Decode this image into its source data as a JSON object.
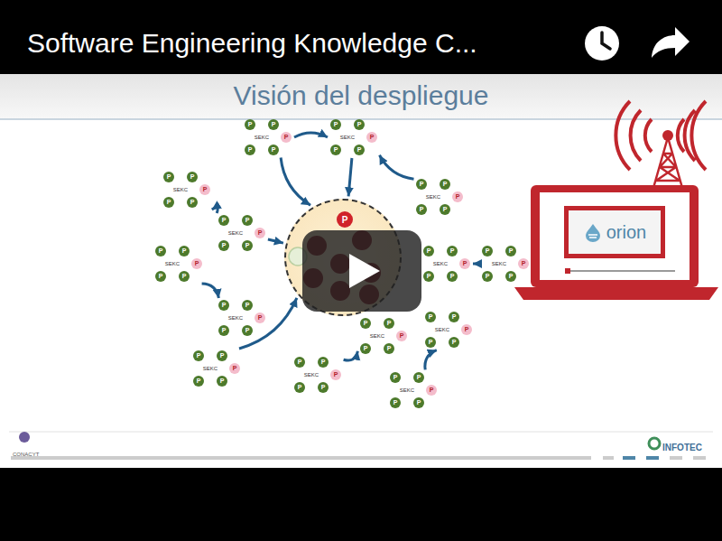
{
  "diagram": {
    "title": "Visión del despliegue",
    "nodes": [
      {
        "text": [
          "SEKC"
        ]
      },
      {
        "text": [
          "SEKC"
        ]
      },
      {
        "text": [
          "SEKC"
        ]
      },
      {
        "text": [
          "SEKC"
        ]
      },
      {
        "text": [
          "SEKC"
        ]
      },
      {
        "text": [
          "SEKC"
        ]
      },
      {
        "text": [
          "SEKC"
        ]
      },
      {
        "text": [
          "SEKC"
        ]
      },
      {
        "text": [
          "SEKC"
        ]
      },
      {
        "text": [
          "SEKC"
        ]
      },
      {
        "text": [
          "SEKC"
        ]
      },
      {
        "text": [
          "SEKC"
        ]
      },
      {
        "text": [
          "SEKC"
        ]
      },
      {
        "text": [
          "SEKC"
        ]
      },
      {
        "text": []
      },
      {
        "text": [
          "P"
        ],
        "in": 14
      },
      {
        "text": [
          "orion"
        ]
      },
      {
        "text": [
          "P"
        ],
        "in": 0
      },
      {
        "text": [
          "P"
        ],
        "in": 0
      },
      {
        "text": [
          "P"
        ],
        "in": 0
      },
      {
        "text": [
          "P"
        ],
        "in": 0
      },
      {
        "text": [
          "P"
        ],
        "in": 0
      },
      {
        "text": [
          "P"
        ],
        "in": 1
      },
      {
        "text": [
          "P"
        ],
        "in": 1
      },
      {
        "text": [
          "P"
        ],
        "in": 1
      },
      {
        "text": [
          "P"
        ],
        "in": 1
      },
      {
        "text": [
          "P"
        ],
        "in": 1
      },
      {
        "text": [
          "P"
        ],
        "in": 2
      },
      {
        "text": [
          "P"
        ],
        "in": 2
      },
      {
        "text": [
          "P"
        ],
        "in": 2
      },
      {
        "text": [
          "P"
        ],
        "in": 2
      },
      {
        "text": [
          "P"
        ],
        "in": 2
      },
      {
        "text": [
          "P"
        ],
        "in": 3
      },
      {
        "text": [
          "P"
        ],
        "in": 3
      },
      {
        "text": [
          "P"
        ],
        "in": 3
      },
      {
        "text": [
          "P"
        ],
        "in": 3
      },
      {
        "text": [
          "P"
        ],
        "in": 3
      },
      {
        "text": [
          "P"
        ],
        "in": 4
      },
      {
        "text": [
          "P"
        ],
        "in": 4
      },
      {
        "text": [
          "P"
        ],
        "in": 4
      },
      {
        "text": [
          "P"
        ],
        "in": 4
      },
      {
        "text": [
          "P"
        ],
        "in": 4
      },
      {
        "text": [
          "P"
        ],
        "in": 5
      },
      {
        "text": [
          "P"
        ],
        "in": 5
      },
      {
        "text": [
          "P"
        ],
        "in": 5
      },
      {
        "text": [
          "P"
        ],
        "in": 5
      },
      {
        "text": [
          "P"
        ],
        "in": 5
      },
      {
        "text": [
          "P"
        ],
        "in": 6
      },
      {
        "text": [
          "P"
        ],
        "in": 6
      },
      {
        "text": [
          "P"
        ],
        "in": 6
      },
      {
        "text": [
          "P"
        ],
        "in": 6
      },
      {
        "text": [
          "P"
        ],
        "in": 6
      },
      {
        "text": [
          "P"
        ],
        "in": 7
      },
      {
        "text": [
          "P"
        ],
        "in": 7
      },
      {
        "text": [
          "P"
        ],
        "in": 7
      },
      {
        "text": [
          "P"
        ],
        "in": 7
      },
      {
        "text": [
          "P"
        ],
        "in": 7
      },
      {
        "text": [
          "P"
        ],
        "in": 8
      },
      {
        "text": [
          "P"
        ],
        "in": 8
      },
      {
        "text": [
          "P"
        ],
        "in": 8
      },
      {
        "text": [
          "P"
        ],
        "in": 8
      },
      {
        "text": [
          "P"
        ],
        "in": 8
      },
      {
        "text": [
          "P"
        ],
        "in": 9
      },
      {
        "text": [
          "P"
        ],
        "in": 9
      },
      {
        "text": [
          "P"
        ],
        "in": 9
      },
      {
        "text": [
          "P"
        ],
        "in": 9
      },
      {
        "text": [
          "P"
        ],
        "in": 9
      },
      {
        "text": [
          "P"
        ],
        "in": 10
      },
      {
        "text": [
          "P"
        ],
        "in": 10
      },
      {
        "text": [
          "P"
        ],
        "in": 10
      },
      {
        "text": [
          "P"
        ],
        "in": 10
      },
      {
        "text": [
          "P"
        ],
        "in": 10
      },
      {
        "text": [
          "P"
        ],
        "in": 11
      },
      {
        "text": [
          "P"
        ],
        "in": 11
      },
      {
        "text": [
          "P"
        ],
        "in": 11
      },
      {
        "text": [
          "P"
        ],
        "in": 11
      },
      {
        "text": [
          "P"
        ],
        "in": 11
      },
      {
        "text": [
          "P"
        ],
        "in": 12
      },
      {
        "text": [
          "P"
        ],
        "in": 12
      },
      {
        "text": [
          "P"
        ],
        "in": 12
      },
      {
        "text": [
          "P"
        ],
        "in": 12
      },
      {
        "text": [
          "P"
        ],
        "in": 12
      },
      {
        "text": [
          "P"
        ],
        "in": 13
      },
      {
        "text": [
          "P"
        ],
        "in": 13
      },
      {
        "text": [
          "P"
        ],
        "in": 13
      },
      {
        "text": [
          "P"
        ],
        "in": 13
      },
      {
        "text": [
          "P"
        ],
        "in": 13
      }
    ],
    "edges": [
      {
        "from": 0,
        "to": 1,
        "arrow": "to"
      },
      {
        "from": 0,
        "to": 14,
        "arrow": "to"
      },
      {
        "from": 1,
        "to": 14,
        "arrow": "to"
      },
      {
        "from": 2,
        "to": 1,
        "arrow": "to"
      },
      {
        "from": 4,
        "to": 3,
        "arrow": "to"
      },
      {
        "from": 4,
        "to": 14,
        "arrow": "to"
      },
      {
        "from": 5,
        "to": 6,
        "arrow": "to"
      },
      {
        "from": 7,
        "to": 14,
        "arrow": "to"
      },
      {
        "from": 8,
        "to": 9,
        "arrow": "to"
      },
      {
        "from": 11,
        "to": 10,
        "arrow": "to"
      },
      {
        "from": 13,
        "to": 12,
        "arrow": "to"
      }
    ],
    "labels": [
      "Software Engineering Knowledge C...",
      "CONACYT",
      "INFOTEC"
    ]
  }
}
